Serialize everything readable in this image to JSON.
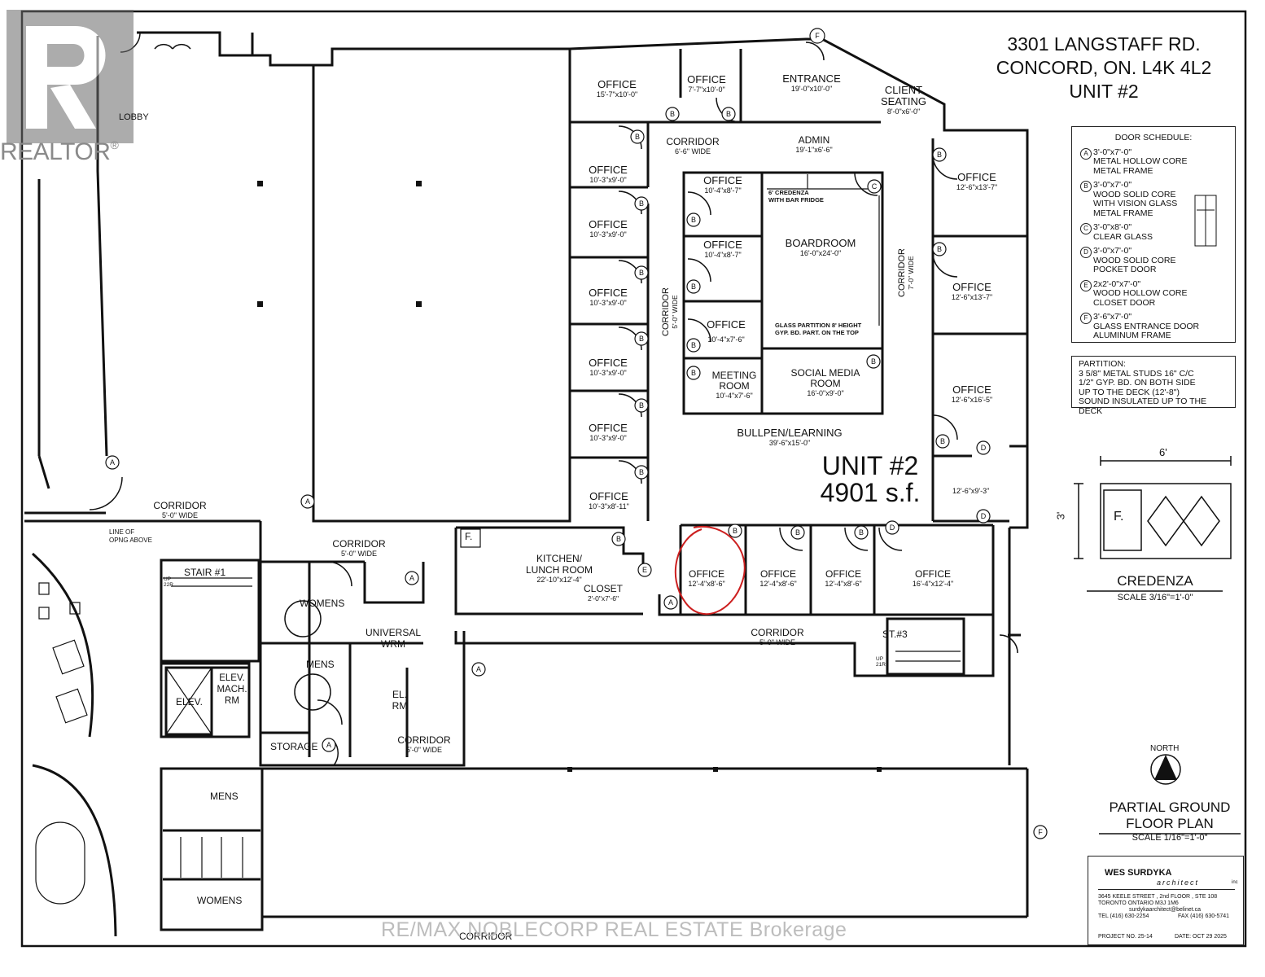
{
  "address": {
    "line1": "3301 LANGSTAFF RD.",
    "line2": "CONCORD, ON. L4K 4L2",
    "line3": "UNIT #2"
  },
  "unit": {
    "title": "UNIT #2",
    "area": "4901 s.f."
  },
  "rooms": {
    "lobby": "LOBBY",
    "office_a": {
      "name": "OFFICE",
      "dim": "15'-7\"x10'-0\""
    },
    "office_b": {
      "name": "OFFICE",
      "dim": "7'-7\"x10'-0\""
    },
    "entrance": {
      "name": "ENTRANCE",
      "dim": "19'-0\"x10'-0\""
    },
    "client_seating": {
      "name1": "CLIENT",
      "name2": "SEATING",
      "dim": "8'-0\"x6'-0\""
    },
    "corridor_top": {
      "name": "CORRIDOR",
      "dim": "6'-6\" WIDE"
    },
    "admin": {
      "name": "ADMIN",
      "dim": "19'-1\"x6'-6\""
    },
    "office_l1": {
      "name": "OFFICE",
      "dim": "10'-3\"x9'-0\""
    },
    "office_l2": {
      "name": "OFFICE",
      "dim": "10'-3\"x9'-0\""
    },
    "office_l3": {
      "name": "OFFICE",
      "dim": "10'-3\"x9'-0\""
    },
    "office_l4": {
      "name": "OFFICE",
      "dim": "10'-3\"x9'-0\""
    },
    "office_l5": {
      "name": "OFFICE",
      "dim": "10'-3\"x9'-0\""
    },
    "office_l6": {
      "name": "OFFICE",
      "dim": "10'-3\"x8'-11\""
    },
    "office_c1": {
      "name": "OFFICE",
      "dim": "10'-4\"x8'-7\""
    },
    "office_c2": {
      "name": "OFFICE",
      "dim": "10'-4\"x8'-7\""
    },
    "office_c3": {
      "name": "OFFICE",
      "dim": "10'-4\"x7'-6\""
    },
    "meeting": {
      "name1": "MEETING",
      "name2": "ROOM",
      "dim": "10'-4\"x7'-6\""
    },
    "credenza_note1": "6' CREDENZA",
    "credenza_note2": "WITH BAR FRIDGE",
    "boardroom": {
      "name": "BOARDROOM",
      "dim": "16'-0\"x24'-0\""
    },
    "glass_note1": "GLASS PARTITION 8' HEIGHT",
    "glass_note2": "GYP. BD. PART. ON THE TOP",
    "social": {
      "name1": "SOCIAL  MEDIA",
      "name2": "ROOM",
      "dim": "16'-0\"x9'-0\""
    },
    "corridor_mid": {
      "name": "CORRIDOR",
      "dim": "5'-0\" WIDE"
    },
    "corridor_right": {
      "name": "CORRIDOR",
      "dim": "7'-0\" WIDE"
    },
    "office_r1": {
      "name": "OFFICE",
      "dim": "12'-6\"x13'-7\""
    },
    "office_r2": {
      "name": "OFFICE",
      "dim": "12'-6\"x13'-7\""
    },
    "office_r3": {
      "name": "OFFICE",
      "dim": "12'-6\"x16'-5\""
    },
    "office_r4_dim": "12'-6\"x9'-3\"",
    "bullpen": {
      "name": "BULLPEN/LEARNING",
      "dim": "39'-6\"x15'-0\""
    },
    "kitchen": {
      "name1": "KITCHEN/",
      "name2": "LUNCH ROOM",
      "dim": "22'-10\"x12'-4\""
    },
    "closet": {
      "name": "CLOSET",
      "dim": "2'-0\"x7'-6\""
    },
    "office_b1": {
      "name": "OFFICE",
      "dim": "12'-4\"x8'-6\""
    },
    "office_b2": {
      "name": "OFFICE",
      "dim": "12'-4\"x8'-6\""
    },
    "office_b3": {
      "name": "OFFICE",
      "dim": "12'-4\"x8'-6\""
    },
    "office_b4": {
      "name": "OFFICE",
      "dim": "16'-4\"x12'-4\""
    },
    "corridor_bottom": {
      "name": "CORRIDOR",
      "dim": "5'-0\" WIDE"
    },
    "st3": "ST.#3",
    "corridor_left": {
      "name": "CORRIDOR",
      "dim": "5'-0\" WIDE"
    },
    "line_of_opng1": "LINE OF",
    "line_of_opng2": "OPNG ABOVE",
    "stair1": "STAIR #1",
    "corridor_wc": {
      "name": "CORRIDOR",
      "dim": "5'-0\" WIDE"
    },
    "womens": "WOMENS",
    "universal1": "UNIVERSAL",
    "universal2": "WRM",
    "mens": "MENS",
    "elev": "ELEV.",
    "elev_mach1": "ELEV.",
    "elev_mach2": "MACH.",
    "elev_mach3": "RM",
    "el_rm1": "EL.",
    "el_rm2": "RM",
    "storage": "STORAGE",
    "corridor_sw": {
      "name": "CORRIDOR",
      "dim": "5'-0\" WIDE"
    },
    "mens2": "MENS",
    "womens2": "WOMENS",
    "corridor_base": "CORRIDOR",
    "f_label": "F.",
    "up1": "UP",
    "up1b": "22R",
    "up3": "UP",
    "up3b": "21R"
  },
  "door_schedule": {
    "title": "DOOR SCHEDULE:",
    "items": [
      {
        "key": "A",
        "l1": "3'-0\"x7'-0\"",
        "l2": "METAL HOLLOW CORE",
        "l3": "METAL FRAME"
      },
      {
        "key": "B",
        "l1": "3'-0\"x7'-0\"",
        "l2": "WOOD SOLID CORE",
        "l3": "WITH VISION GLASS",
        "l4": "METAL FRAME"
      },
      {
        "key": "C",
        "l1": "3'-0\"x8'-0\"",
        "l2": "CLEAR GLASS"
      },
      {
        "key": "D",
        "l1": "3'-0\"x7'-0\"",
        "l2": "WOOD SOLID CORE",
        "l3": "POCKET DOOR"
      },
      {
        "key": "E",
        "l1": "2x2'-0\"x7'-0\"",
        "l2": "WOOD HOLLOW CORE",
        "l3": "CLOSET DOOR"
      },
      {
        "key": "F",
        "l1": "3'-6\"x7'-0\"",
        "l2": "GLASS ENTRANCE DOOR",
        "l3": "ALUMINUM FRAME"
      }
    ]
  },
  "partition": {
    "l1": "PARTITION:",
    "l2": "3 5/8\" METAL STUDS 16\" C/C",
    "l3": "1/2\" GYP. BD. ON BOTH SIDE",
    "l4": "UP TO THE DECK (12'-8\")",
    "l5": "SOUND INSULATED UP TO THE DECK"
  },
  "credenza_detail": {
    "width": "6'",
    "depth": "3'",
    "f": "F.",
    "title": "CREDENZA",
    "scale": "SCALE 3/16\"=1'-0\""
  },
  "north": "NORTH",
  "plan_title": {
    "l1": "PARTIAL GROUND",
    "l2": "FLOOR PLAN",
    "scale": "SCALE 1/16\"=1'-0\""
  },
  "architect": {
    "name": "WES SURDYKA",
    "sub": "architect",
    "inc": "inc",
    "addr1": "3645  KEELE  STREET  ,  2nd  FLOOR  ,  STE  108",
    "addr2": "TORONTO          ONTARIO           M3J  1M6",
    "email": "surdykaarchitect@belinet.ca",
    "tel": "TEL  (416)  630-2254",
    "fax": "FAX  (416)  630-5741",
    "project": "PROJECT NO. 25-14",
    "date": "DATE: OCT 29 2025"
  },
  "branding": {
    "realtor": "REALTOR",
    "reg": "®",
    "watermark": "RE/MAX NOBLECORP REAL ESTATE  Brokerage"
  },
  "colors": {
    "ink": "#111111",
    "highlight": "#cc1f1f",
    "watermark": "#bdbdbd"
  }
}
